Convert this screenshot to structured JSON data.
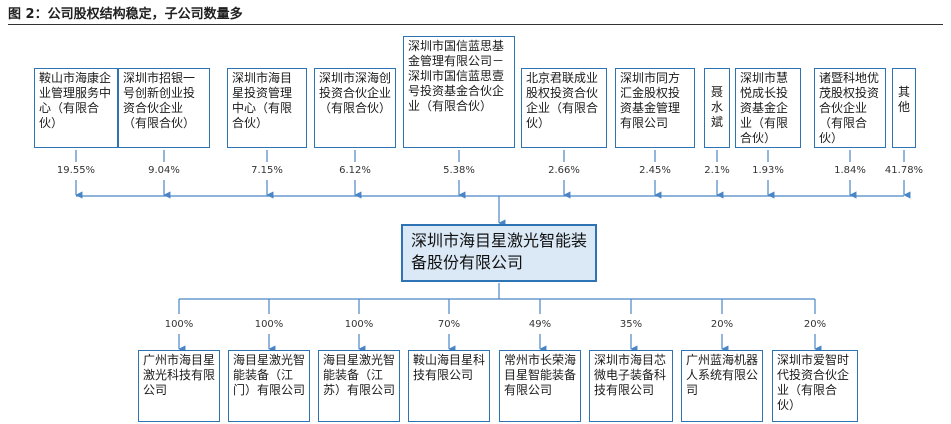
{
  "title": "图 2：公司股权结构稳定，子公司数量多",
  "center": "深圳市海目星激光智能装备股份有限公司",
  "shareholders": [
    {
      "name": "鞍山市海康企业管理服务中心（有限合伙）",
      "pct": "19.55%"
    },
    {
      "name": "深圳市招银一号创新创业投资合伙企业（有限合伙）",
      "pct": "9.04%"
    },
    {
      "name": "深圳市海目星投资管理中心（有限合伙）",
      "pct": "7.15%"
    },
    {
      "name": "深圳市深海创投资合伙企业（有限合伙）",
      "pct": "6.12%"
    },
    {
      "name": "深圳市国信蓝思基金管理有限公司－深圳市国信蓝思壹号投资基金合伙企业（有限合伙）",
      "pct": "5.38%"
    },
    {
      "name": "北京君联成业股权投资合伙企业（有限合伙）",
      "pct": "2.66%"
    },
    {
      "name": "深圳市同方汇金股权投资基金管理有限公司",
      "pct": "2.45%"
    },
    {
      "name": "聂水斌",
      "pct": "2.1%"
    },
    {
      "name": "深圳市慧悦成长投资基金企业（有限合伙）",
      "pct": "1.93%"
    },
    {
      "name": "诸暨科地优茂股权投资合伙企业（有限合伙）",
      "pct": "1.84%"
    },
    {
      "name": "其他",
      "pct": "41.78%"
    }
  ],
  "subsidiaries": [
    {
      "name": "广州市海目星激光科技有限公司",
      "pct": "100%"
    },
    {
      "name": "海目星激光智能装备（江门）有限公司",
      "pct": "100%"
    },
    {
      "name": "海目星激光智能装备（江苏）有限公司",
      "pct": "100%"
    },
    {
      "name": "鞍山海目星科技有限公司",
      "pct": "70%"
    },
    {
      "name": "常州市长荣海目星智能装备有限公司",
      "pct": "49%"
    },
    {
      "name": "深圳市海目芯微电子装备科技有限公司",
      "pct": "35%"
    },
    {
      "name": "广州蓝海机器人系统有限公司",
      "pct": "20%"
    },
    {
      "name": "深圳市爱智时代投资合伙企业（有限合伙）",
      "pct": "20%"
    }
  ],
  "colors": {
    "border": "#2e74b5",
    "center_fill": "#dbe8f6",
    "arrow": "#4a86c5"
  }
}
